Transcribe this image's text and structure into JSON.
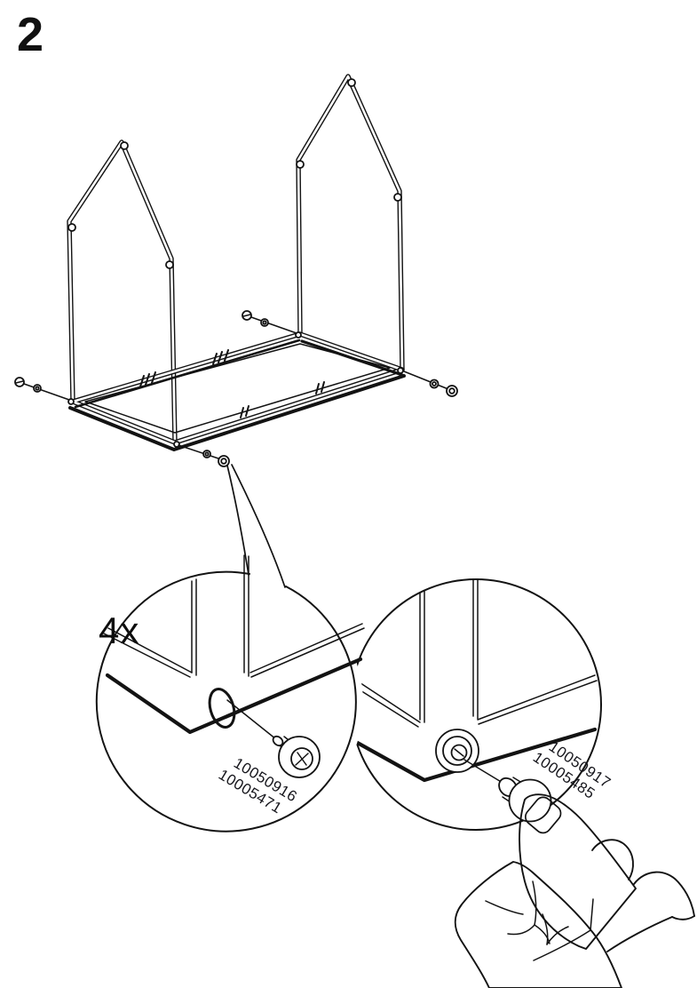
{
  "document": {
    "type": "assembly-instruction",
    "background_color": "#ffffff",
    "line_color": "#131313"
  },
  "step": {
    "number": "2"
  },
  "quantity": {
    "label": "4x"
  },
  "callouts": {
    "left": {
      "description": "screw-into-corner-hole",
      "part_numbers": [
        "10050916",
        "10005471"
      ]
    },
    "right": {
      "description": "cap-pressed-onto-screw-by-finger",
      "part_numbers": [
        "10050917",
        "10005485"
      ]
    }
  }
}
